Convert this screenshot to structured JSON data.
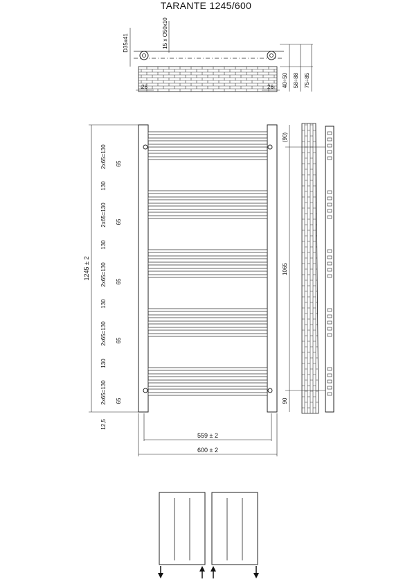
{
  "title": "TARANTE 1245/600",
  "top_view": {
    "pipe_label": "D35x41",
    "pipe_spec": "15 x O50x10",
    "dims_right": [
      "40÷50",
      "58÷88",
      "75÷85"
    ],
    "dim_left": "26",
    "dim_right": "26"
  },
  "front_view": {
    "height": "1245 ± 2",
    "group_dims": [
      {
        "bracket": "2x65=130",
        "pitch": "65"
      },
      {
        "gap": "130"
      },
      {
        "bracket": "2x65=130",
        "pitch": "65"
      },
      {
        "gap": "130"
      },
      {
        "bracket": "2x65=130",
        "pitch": "65"
      },
      {
        "gap": "130"
      },
      {
        "bracket": "2x65=130",
        "pitch": "65"
      },
      {
        "gap": "130"
      },
      {
        "bracket": "2x65=130",
        "pitch": "65"
      }
    ],
    "bottom_offset": "12,5",
    "width_inner": "559 ± 2",
    "width_outer": "600 ± 2",
    "bracket_height": "1065",
    "top_offset": "(90)",
    "bottom_bracket": "90"
  },
  "connections": {
    "flow_icons": [
      "arrow-down-icon",
      "arrow-up-icon",
      "arrow-up-icon",
      "arrow-down-icon"
    ]
  }
}
